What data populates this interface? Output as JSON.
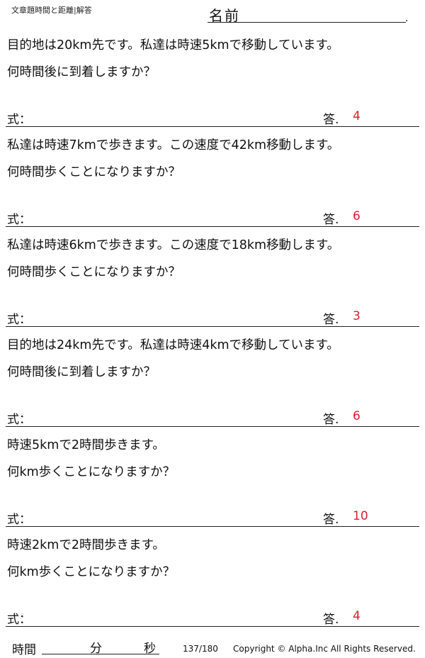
{
  "header": {
    "doc_title": "文章題時間と距離|解答",
    "name_label": "名前",
    "name_dot": "."
  },
  "problems": [
    {
      "line1": "目的地は20km先です。私達は時速5kmで移動しています。",
      "line2": "何時間後に到着しますか？",
      "formula_label": "式：",
      "answer_label": "答.",
      "answer": "4"
    },
    {
      "line1": "私達は時速7kmで歩きます。この速度で42km移動します。",
      "line2": "何時間歩くことになりますか？",
      "formula_label": "式：",
      "answer_label": "答.",
      "answer": "6"
    },
    {
      "line1": "私達は時速6kmで歩きます。この速度で18km移動します。",
      "line2": "何時間歩くことになりますか？",
      "formula_label": "式：",
      "answer_label": "答.",
      "answer": "3"
    },
    {
      "line1": "目的地は24km先です。私達は時速4kmで移動しています。",
      "line2": "何時間後に到着しますか？",
      "formula_label": "式：",
      "answer_label": "答.",
      "answer": "6"
    },
    {
      "line1": "時速5kmで2時間歩きます。",
      "line2": "何km歩くことになりますか？",
      "formula_label": "式：",
      "answer_label": "答.",
      "answer": "10"
    },
    {
      "line1": "時速2kmで2時間歩きます。",
      "line2": "何km歩くことになりますか？",
      "formula_label": "式：",
      "answer_label": "答.",
      "answer": "4"
    }
  ],
  "footer": {
    "time_label": "時間",
    "minutes_label": "分",
    "seconds_label": "秒",
    "page": "137/180",
    "copyright": "Copyright ©  Alpha.Inc All Rights Reserved."
  },
  "colors": {
    "answer": "#d8202a",
    "text": "#111111"
  }
}
